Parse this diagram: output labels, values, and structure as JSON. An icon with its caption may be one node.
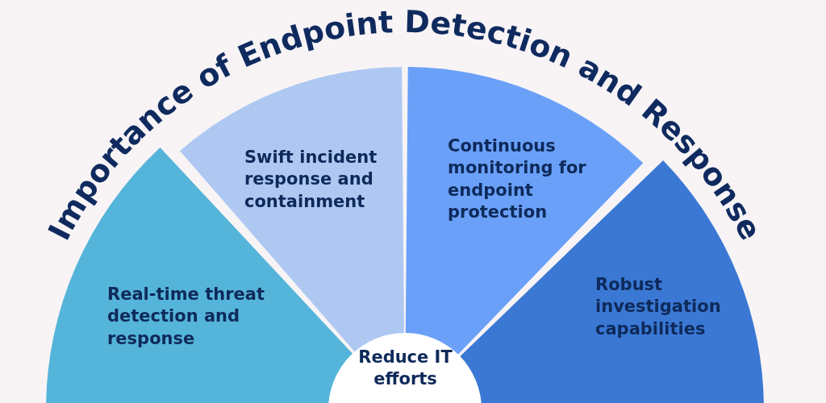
{
  "diagram": {
    "title": "Importance of Endpoint Detection and Response",
    "nodes": [
      {
        "text": [
          "Real-time threat detection and response"
        ]
      },
      {
        "text": [
          "Swift incident response and containment"
        ]
      },
      {
        "text": [
          "Continuous monitoring for endpoint protection"
        ]
      },
      {
        "text": [
          "Robust investigation capabilities"
        ]
      },
      {
        "text": [
          "Reduce IT efforts"
        ]
      }
    ]
  }
}
